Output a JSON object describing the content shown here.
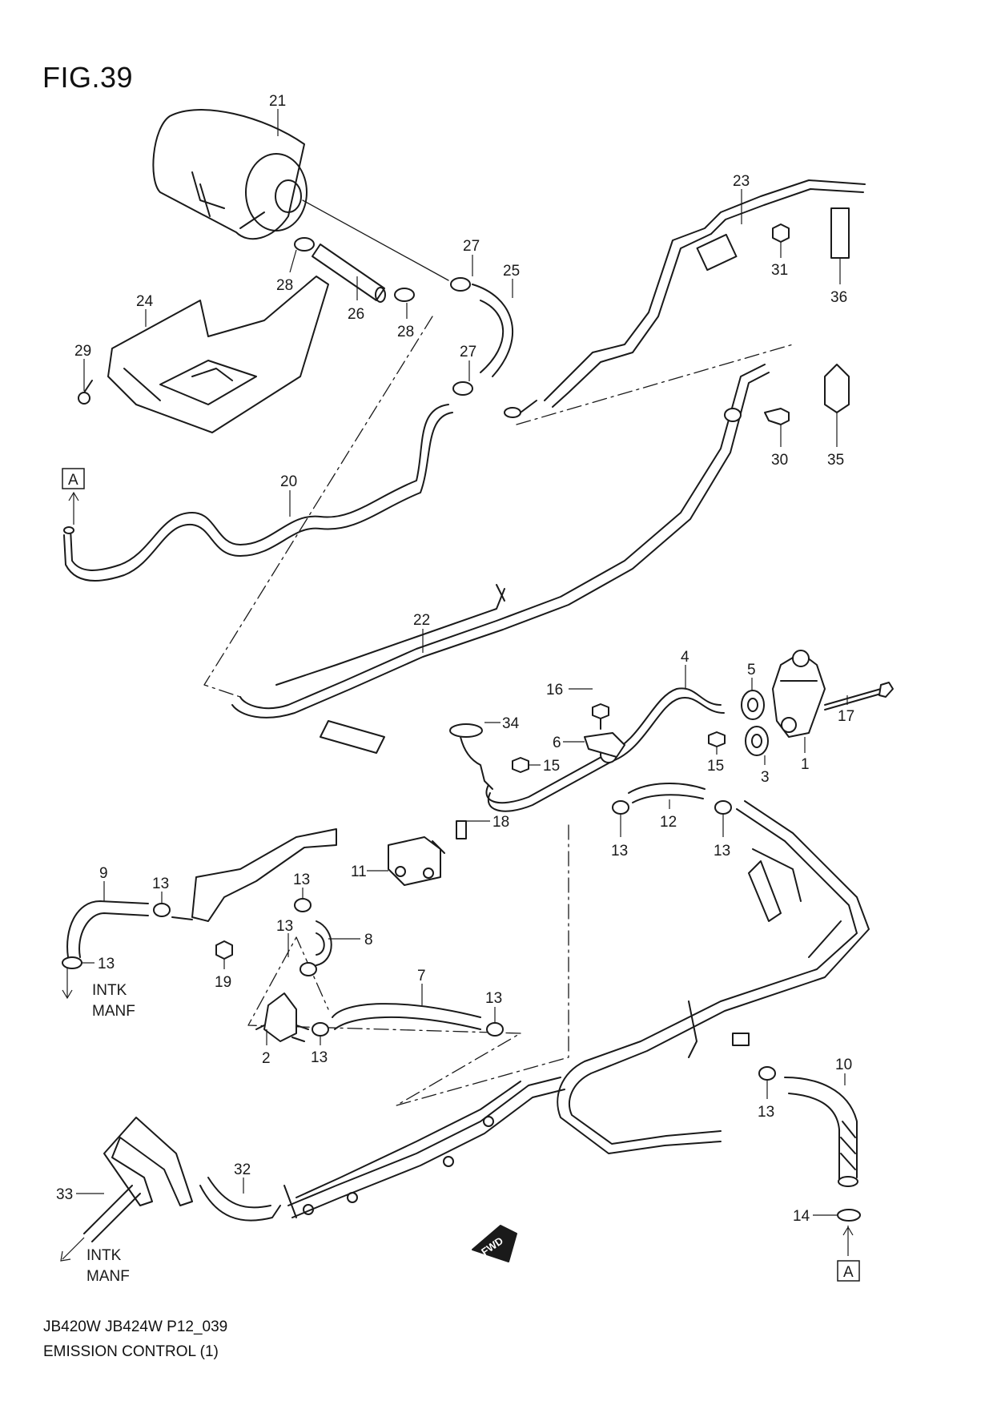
{
  "figure": {
    "title": "FIG.39",
    "footer_code": "JB420W JB424W P12_039",
    "footer_title": "EMISSION CONTROL (1)"
  },
  "notes": {
    "ref_a": "A",
    "intk": "INTK",
    "manf": "MANF",
    "fwd": "FWD"
  },
  "callouts": [
    "1",
    "2",
    "3",
    "4",
    "5",
    "6",
    "7",
    "8",
    "9",
    "10",
    "11",
    "12",
    "13",
    "14",
    "15",
    "16",
    "17",
    "18",
    "19",
    "20",
    "21",
    "22",
    "23",
    "24",
    "25",
    "26",
    "27",
    "28",
    "29",
    "30",
    "31",
    "32",
    "33",
    "34",
    "35",
    "36"
  ]
}
